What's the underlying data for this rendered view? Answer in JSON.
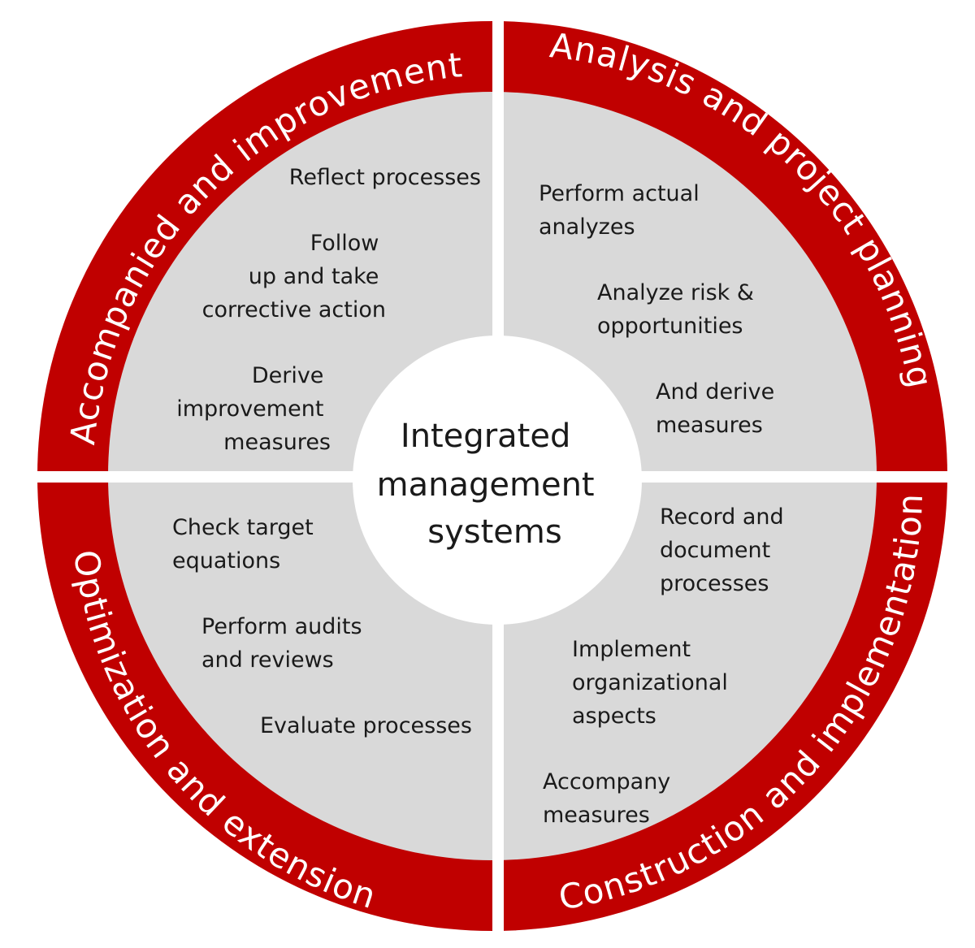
{
  "title": [
    "Integrated",
    "management",
    "systems"
  ],
  "colors": {
    "ring": "#c00000",
    "panel": "#d9d9d9",
    "center": "#ffffff",
    "gap": "#ffffff"
  },
  "quadrants": [
    {
      "id": "top-left",
      "label": "Accompanied and improvement",
      "items": [
        [
          "Reflect processes"
        ],
        [
          "Follow",
          "up and take",
          "corrective action"
        ],
        [
          "Derive",
          "improvement",
          "measures"
        ]
      ]
    },
    {
      "id": "top-right",
      "label": "Analysis and project planning",
      "items": [
        [
          "Perform actual",
          "analyzes"
        ],
        [
          "Analyze risk &",
          "opportunities"
        ],
        [
          "And derive",
          "measures"
        ]
      ]
    },
    {
      "id": "bottom-right",
      "label": "Construction and implementation",
      "items": [
        [
          "Record and",
          "document",
          "processes"
        ],
        [
          "Implement",
          "organizational",
          "aspects"
        ],
        [
          "Accompany",
          "measures"
        ]
      ]
    },
    {
      "id": "bottom-left",
      "label": "Optimization and extension",
      "items": [
        [
          "Check target",
          "equations"
        ],
        [
          "Perform audits",
          "and reviews"
        ],
        [
          "Evaluate processes"
        ]
      ]
    }
  ]
}
